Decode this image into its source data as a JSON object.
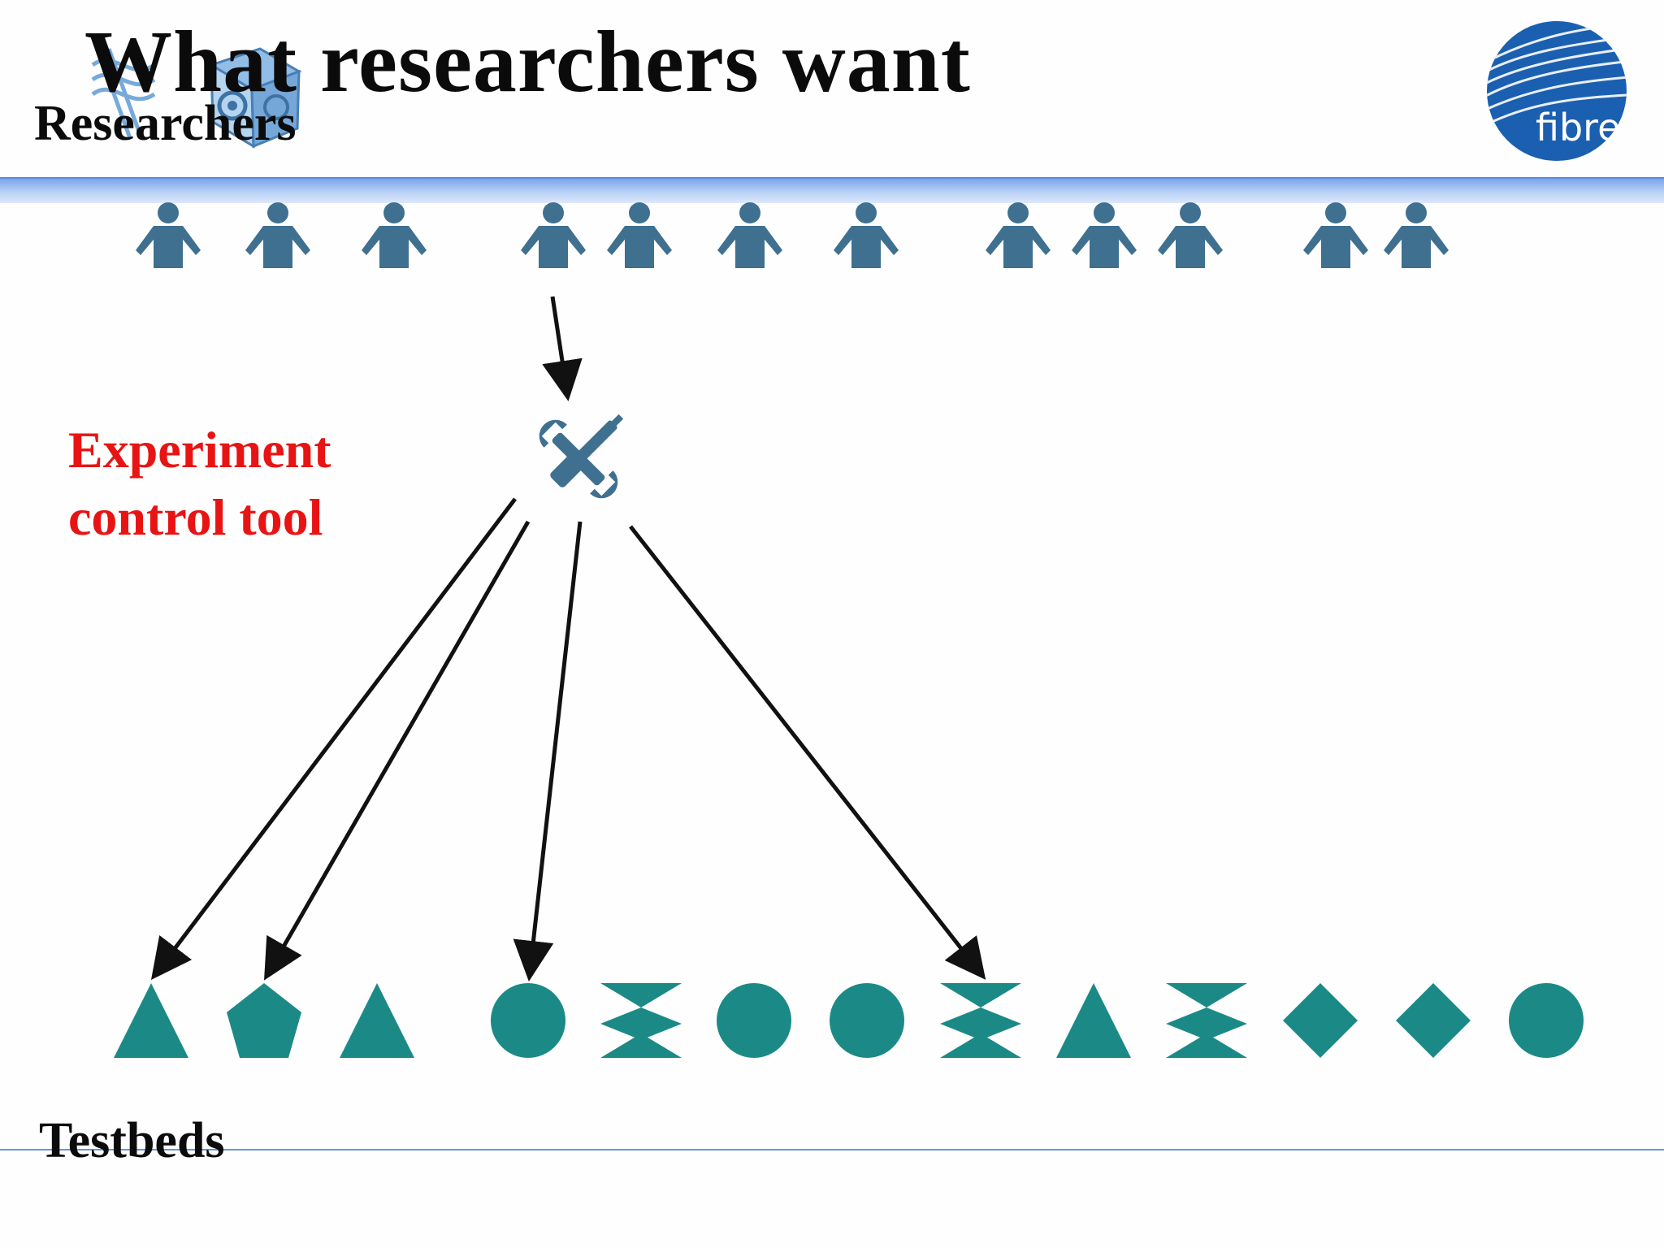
{
  "slide": {
    "title": "What researchers want",
    "researchers_label": "Researchers",
    "tool_label_line1": "Experiment",
    "tool_label_line2": "control tool",
    "testbeds_label": "Testbeds",
    "logo_text": "fibre"
  },
  "colors": {
    "person": "#3f7090",
    "testbed": "#1b8a86",
    "arrow": "#111111",
    "tool_label": "#e81414",
    "band": "#7aa6ea",
    "logo": "#1b5fb0"
  },
  "icons": {
    "researcher": "person-icon",
    "tool": "wrench-screwdriver-icon"
  },
  "researchers": [
    {
      "icon": "person-icon"
    },
    {
      "icon": "person-icon"
    },
    {
      "icon": "person-icon"
    },
    {
      "icon": "person-icon"
    },
    {
      "icon": "person-icon"
    },
    {
      "icon": "person-icon"
    },
    {
      "icon": "person-icon"
    },
    {
      "icon": "person-icon"
    },
    {
      "icon": "person-icon"
    },
    {
      "icon": "person-icon"
    },
    {
      "icon": "person-icon"
    },
    {
      "icon": "person-icon"
    }
  ],
  "testbeds": [
    {
      "shape": "triangle"
    },
    {
      "shape": "pentagon"
    },
    {
      "shape": "triangle"
    },
    {
      "shape": "circle"
    },
    {
      "shape": "hourglass"
    },
    {
      "shape": "circle"
    },
    {
      "shape": "circle"
    },
    {
      "shape": "hourglass"
    },
    {
      "shape": "triangle"
    },
    {
      "shape": "hourglass"
    },
    {
      "shape": "diamond"
    },
    {
      "shape": "diamond"
    },
    {
      "shape": "circle"
    }
  ],
  "arrows": [
    {
      "from": "researcher-4",
      "to": "experiment-control-tool"
    },
    {
      "from": "experiment-control-tool",
      "to": "testbed-1"
    },
    {
      "from": "experiment-control-tool",
      "to": "testbed-2"
    },
    {
      "from": "experiment-control-tool",
      "to": "testbed-4"
    },
    {
      "from": "experiment-control-tool",
      "to": "testbed-8"
    }
  ]
}
